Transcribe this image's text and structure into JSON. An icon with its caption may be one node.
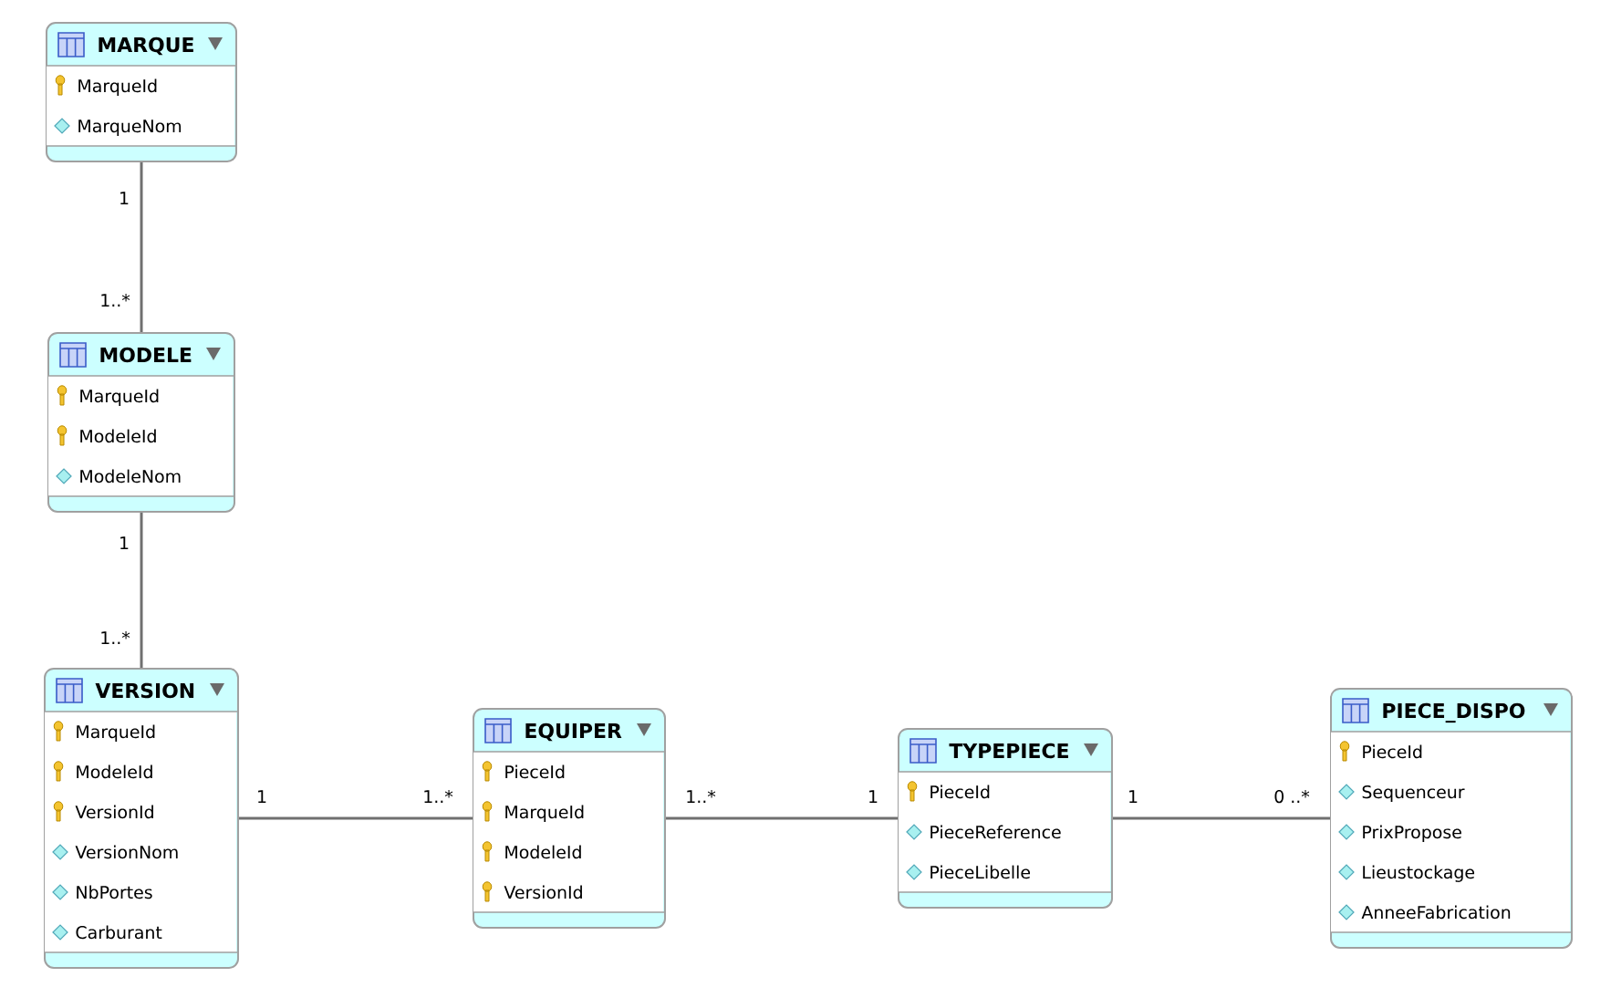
{
  "diagram": {
    "nodes": [
      {
        "text": [
          "MARQUE",
          "MarqueId",
          "MarqueNom"
        ]
      },
      {
        "text": [
          "MODELE",
          "MarqueId",
          "ModeleId",
          "ModeleNom"
        ]
      },
      {
        "text": [
          "VERSION",
          "MarqueId",
          "ModeleId",
          "VersionId",
          "VersionNom",
          "NbPortes",
          "Carburant"
        ]
      },
      {
        "text": [
          "EQUIPER",
          "PieceId",
          "MarqueId",
          "ModeleId",
          "VersionId"
        ]
      },
      {
        "text": [
          "TYPEPIECE",
          "PieceId",
          "PieceReference",
          "PieceLibelle"
        ]
      },
      {
        "text": [
          "PIECE_DISPO",
          "PieceId",
          "Sequenceur",
          "PrixPropose",
          "Lieustockage",
          "AnneeFabrication"
        ]
      }
    ],
    "edges": [
      {
        "from": 0,
        "to": 1,
        "arrow": "none"
      },
      {
        "from": 1,
        "to": 2,
        "arrow": "none"
      },
      {
        "from": 2,
        "to": 3,
        "arrow": "none"
      },
      {
        "from": 3,
        "to": 4,
        "arrow": "none"
      },
      {
        "from": 4,
        "to": 5,
        "arrow": "none"
      }
    ],
    "labels": [
      "1",
      "1..*",
      "1",
      "1..*",
      "1",
      "1..*",
      "1..*",
      "1",
      "1",
      "0 ..*"
    ]
  }
}
